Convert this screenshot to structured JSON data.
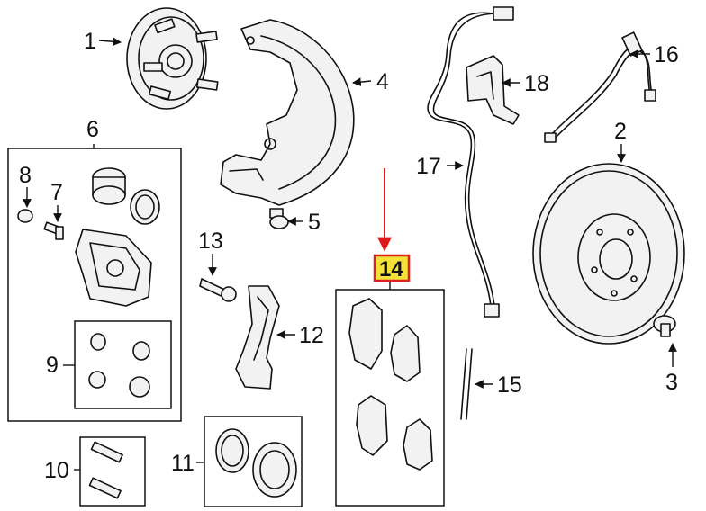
{
  "callouts": {
    "c1": "1",
    "c2": "2",
    "c3": "3",
    "c4": "4",
    "c5": "5",
    "c6": "6",
    "c7": "7",
    "c8": "8",
    "c9": "9",
    "c10": "10",
    "c11": "11",
    "c12": "12",
    "c13": "13",
    "c14": "14",
    "c15": "15",
    "c16": "16",
    "c17": "17",
    "c18": "18"
  },
  "highlight": {
    "callout": "14",
    "fill_color": "#f4e23a",
    "border_color": "#dd2222",
    "arrow_color": "#e01818"
  }
}
